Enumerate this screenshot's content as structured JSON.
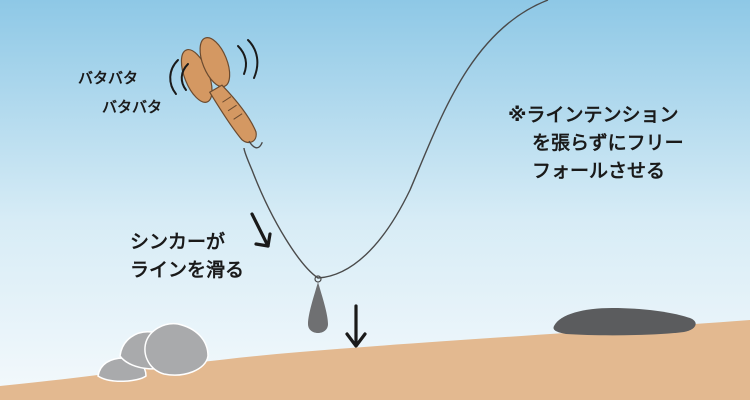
{
  "labels": {
    "flutter_1": "バタバタ",
    "flutter_2": "バタバタ",
    "note_line_1": "※ラインテンション",
    "note_line_2": "を張らずにフリー",
    "note_line_3": "フォールさせる",
    "sinker_line_1": "シンカーが",
    "sinker_line_2": "ラインを滑る"
  },
  "colors": {
    "sky_top": "#8ec8e6",
    "sky_bottom": "#f4f9fc",
    "seabed": "#e3b990",
    "rock_light": "#a9aaac",
    "rock_dark": "#5b5c5e",
    "lure_body": "#d49862",
    "sinker": "#6f7072",
    "line": "#4a4a4a",
    "arrow": "#1a1a1a"
  },
  "icons": {
    "lure": "squid-lure-egi",
    "sinker": "teardrop-sinker",
    "arrow": "down-arrow"
  }
}
